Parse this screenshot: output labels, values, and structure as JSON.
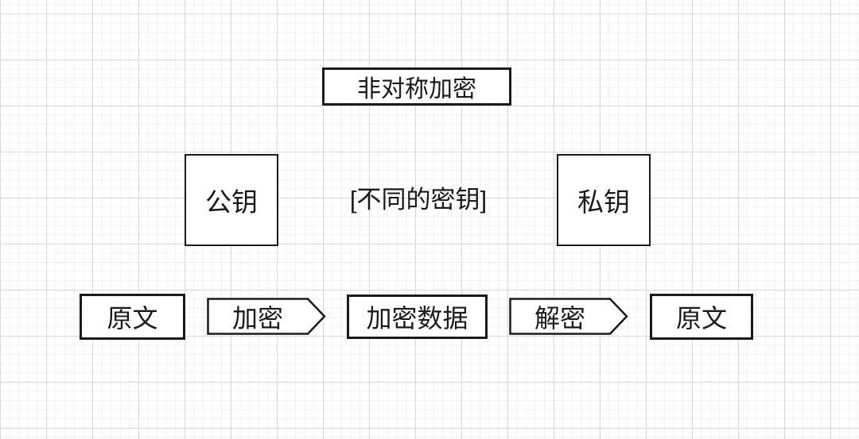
{
  "diagram": {
    "title": "非对称加密",
    "public_key": "公钥",
    "keys_note": "[不同的密钥]",
    "private_key": "私钥",
    "flow": {
      "source": "原文",
      "encrypt": "加密",
      "encrypted_data": "加密数据",
      "decrypt": "解密",
      "result": "原文"
    }
  },
  "colors": {
    "stroke": "#1a1a1a",
    "shape_fill": "#ffffff",
    "background": "#ffffff",
    "grid_minor": "#f1f1f1",
    "grid_major": "#d9d9d9"
  }
}
